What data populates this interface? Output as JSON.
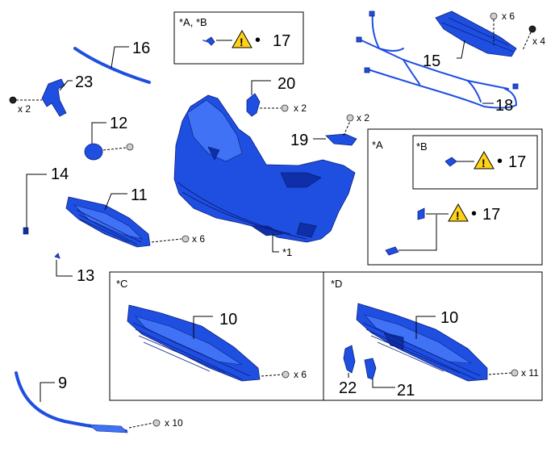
{
  "callouts": {
    "n9": "9",
    "n10c": "10",
    "n10d": "10",
    "n11": "11",
    "n12": "12",
    "n13": "13",
    "n14": "14",
    "n15": "15",
    "n16": "16",
    "n17_top": "17",
    "n17_b": "17",
    "n17_a": "17",
    "n18": "18",
    "n19": "19",
    "n20": "20",
    "n21": "21",
    "n22": "22",
    "n23": "23",
    "star1": "*1"
  },
  "boxes": {
    "ab_label": "*A, *B",
    "a_label": "*A",
    "b_label": "*B",
    "c_label": "*C",
    "d_label": "*D"
  },
  "quantities": {
    "q15_top": "x 6",
    "q15_side": "x 4",
    "q23": "x 2",
    "q20": "x 2",
    "q19": "x 2",
    "q11": "x 6",
    "q10c": "x 6",
    "q10d": "x 11",
    "q9": "x 10"
  },
  "symbols": {
    "bullet": "•",
    "warning_mark": "!"
  },
  "colors": {
    "part_blue": "#1f4fe0",
    "warning_yellow": "#ffd21a"
  }
}
